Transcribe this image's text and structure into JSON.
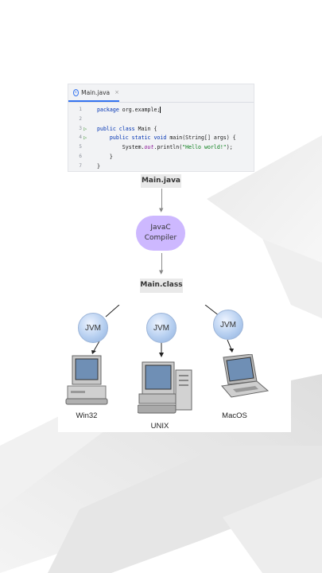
{
  "editor": {
    "tab_label": "Main.java",
    "tab_icon": "class-icon",
    "tab_close": "×",
    "lines": [
      {
        "num": "1",
        "parts": [
          {
            "t": "package",
            "c": "kw"
          },
          {
            "t": " org.example;",
            "c": ""
          }
        ],
        "run": false
      },
      {
        "num": "2",
        "parts": [],
        "run": false
      },
      {
        "num": "3",
        "parts": [
          {
            "t": "public class",
            "c": "kw"
          },
          {
            "t": " Main {",
            "c": ""
          }
        ],
        "run": true
      },
      {
        "num": "4",
        "parts": [
          {
            "t": "    public static void",
            "c": "kw"
          },
          {
            "t": " main(String[] args) {",
            "c": ""
          }
        ],
        "run": true
      },
      {
        "num": "5",
        "parts": [
          {
            "t": "        System.",
            "c": ""
          },
          {
            "t": "out",
            "c": "fld"
          },
          {
            "t": ".println(",
            "c": ""
          },
          {
            "t": "\"Hello world!\"",
            "c": "str"
          },
          {
            "t": ");",
            "c": ""
          }
        ],
        "run": false
      },
      {
        "num": "6",
        "parts": [
          {
            "t": "    }",
            "c": ""
          }
        ],
        "run": false
      },
      {
        "num": "7",
        "parts": [
          {
            "t": "}",
            "c": ""
          }
        ],
        "run": false
      }
    ]
  },
  "diagram": {
    "source_file": "Main.java",
    "compiler_line1": "JavaC",
    "compiler_line2": "Compiler",
    "class_file": "Main.class",
    "platforms": [
      {
        "jvm": "JVM",
        "os": "Win32",
        "icon": "desktop-computer-icon"
      },
      {
        "jvm": "JVM",
        "os": "UNIX",
        "icon": "workstation-computer-icon"
      },
      {
        "jvm": "JVM",
        "os": "MacOS",
        "icon": "laptop-icon"
      }
    ]
  },
  "colors": {
    "compiler_bg": "#cdb8ff",
    "label_bg": "#e9e9e9",
    "tab_accent": "#3574f0",
    "run_icon": "#4a9a3e"
  }
}
